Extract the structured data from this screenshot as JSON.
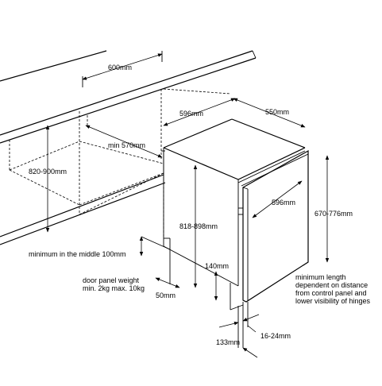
{
  "labels": {
    "width_cabinet": "600mm",
    "width_appliance": "596mm",
    "depth_appliance": "550mm",
    "min_depth": "min 570mm",
    "niche_height": "820-900mm",
    "appliance_height": "818-898mm",
    "door_height": "670-776mm",
    "door_width": "596mm",
    "min_middle": "minimum in the middle 100mm",
    "door_weight": "door panel weight\nmin. 2kg max. 10kg",
    "plinth_140": "140mm",
    "plinth_50": "50mm",
    "plinth_133": "133mm",
    "gap": "16-24mm",
    "note": "minimum length\ndependent on distance\nfrom control panel and\nlower visibility of hinges"
  }
}
